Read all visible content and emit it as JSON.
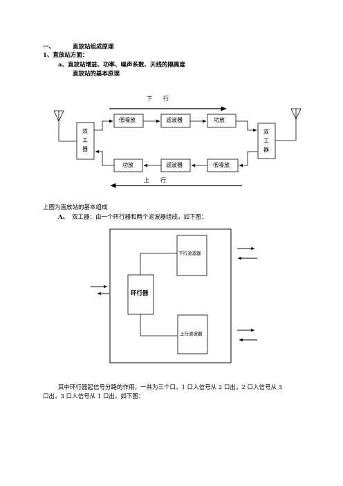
{
  "heading": {
    "number": "一、",
    "title": "直放站组成原理"
  },
  "section1": {
    "label": "1、直放站方面：",
    "sub_a": "a、直放站增益、功率、噪声系数、天线的隔离度",
    "sub_b": "直放站的基本原理"
  },
  "diagram1": {
    "downlink_label": "下　　行",
    "uplink_label": "上　　行",
    "left_duplexer": [
      "双",
      "工",
      "器"
    ],
    "right_duplexer": [
      "双",
      "工",
      "器"
    ],
    "top_row": [
      "低噪放",
      "滤波器",
      "功放"
    ],
    "bottom_row": [
      "功放",
      "滤波器",
      "低噪放"
    ]
  },
  "para1": "上图为直放站的基本组成",
  "para2": {
    "letter": "A、",
    "text": "双工器：由一个环行器和两个滤波器组成，如下图："
  },
  "diagram2": {
    "circulator": "环行器",
    "down_filter": "下行滤波器",
    "up_filter": "上行滤波器"
  },
  "para3": {
    "line1": "其中环行器起信号分路的作用，一共为三个口，1 口入信号从 2 口出，2 口入信号从 3",
    "line2": "口出，3 口入信号从 1 口出，如下图："
  }
}
